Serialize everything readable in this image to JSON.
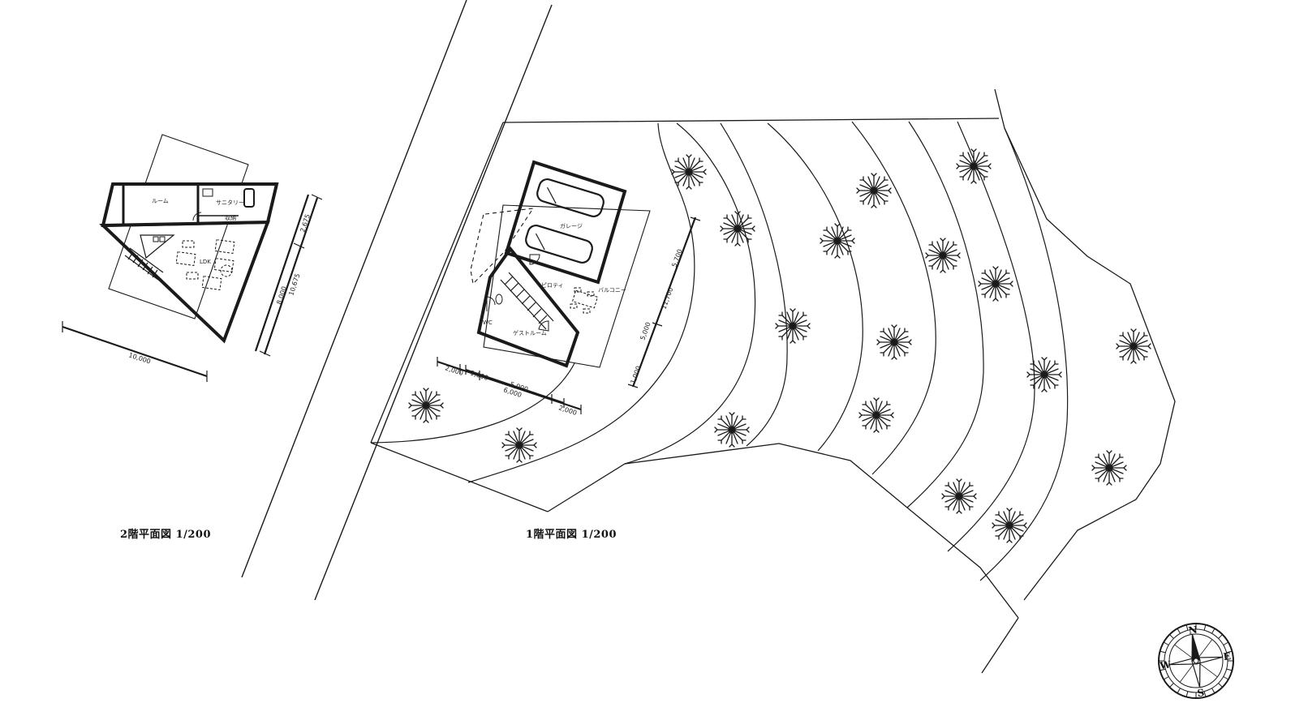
{
  "captions": {
    "second_floor": "2階平面図 1/200",
    "first_floor": "1階平面図 1/200"
  },
  "second_floor_rooms": {
    "room": "ルーム",
    "sanitary": "サニタリー",
    "ldk": "LDK",
    "storage": "収納"
  },
  "first_floor_rooms": {
    "garage": "ガレージ",
    "piloti": "ピロティ",
    "balcony": "バルコニー",
    "guest_room": "ゲストルーム",
    "wc": "WC"
  },
  "dimensions_2f": {
    "width": "10,000",
    "depth_a": "2,675",
    "depth_b": "8,000",
    "depth_total": "10,675"
  },
  "dimensions_1f": {
    "a": "2,000",
    "b": "1,000",
    "c": "5,000",
    "d": "6,000",
    "e": "2,000",
    "f": "5,700",
    "g": "11,700",
    "h": "5,000",
    "i": "1,000"
  },
  "compass": {
    "n": "N",
    "s": "S",
    "e": "E",
    "w": "W"
  },
  "colors": {
    "line": "#1a1a1a",
    "background": "#ffffff"
  }
}
